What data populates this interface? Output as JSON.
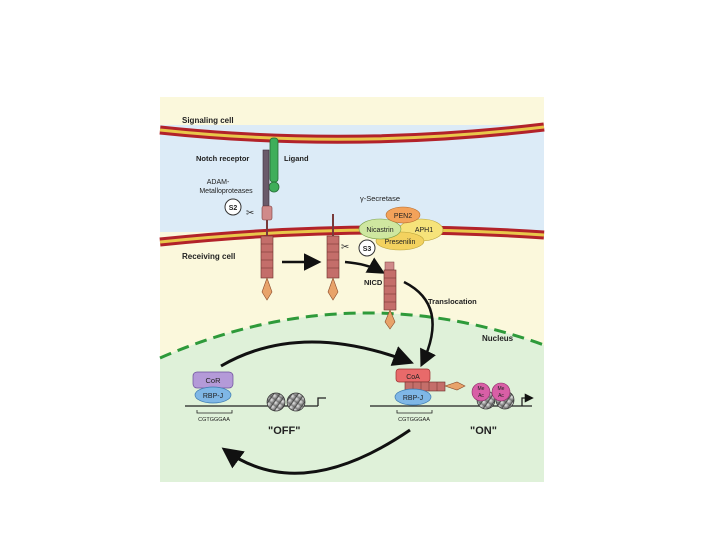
{
  "labels": {
    "signaling_cell": "Signaling cell",
    "notch_receptor": "Notch receptor",
    "ligand": "Ligand",
    "adam_line1": "ADAM-",
    "adam_line2": "Metalloproteases",
    "s2": "S2",
    "gamma_secretase": "γ-Secretase",
    "pen2": "PEN2",
    "nicastrin": "Nicastrin",
    "aph1": "APH1",
    "presenilin": "Presenilin",
    "s3": "S3",
    "receiving_cell": "Receiving cell",
    "nicd": "NICD",
    "translocation": "Translocation",
    "nucleus": "Nucleus",
    "cor": "CoR",
    "rbpj_left": "RBP-J",
    "dna_left": "CGTGGGAA",
    "off": "\"OFF\"",
    "coa": "CoA",
    "rbpj_right": "RBP-J",
    "dna_right": "CGTGGGAA",
    "on": "\"ON\"",
    "me1": "Me",
    "ac1": "Ac",
    "me2": "Me",
    "ac2": "Ac"
  },
  "colors": {
    "membrane": "#b2222a",
    "membrane_inner": "#e9c74a",
    "signaling_bg": "#fbf8dc",
    "intercellular_bg": "#ddebf7",
    "receiving_bg": "#fbf8dc",
    "nucleus_bg": "#dff1d9",
    "nuclear_envelope": "#2e9a3a",
    "receptor": "#b55a55",
    "ligand": "#3fae5a",
    "cor": "#b49ad8",
    "rbpj": "#7fb7e6",
    "coa": "#e86a6a",
    "pen2": "#f3a25a",
    "nicastrin": "#cfe7a0",
    "aph1": "#f6e37a",
    "presenilin": "#f3d25f",
    "acetyl": "#d85fa6"
  }
}
